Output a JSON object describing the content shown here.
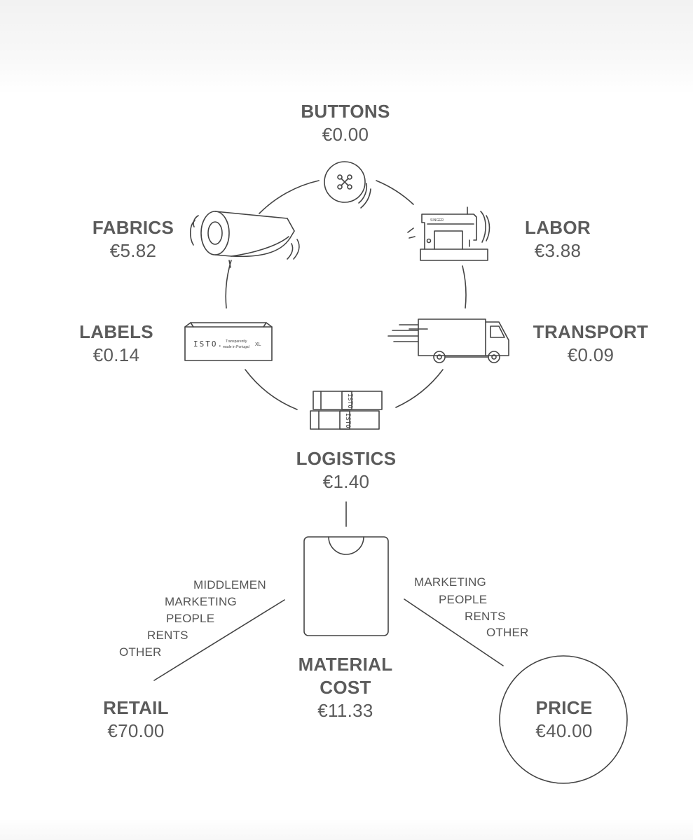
{
  "cost_items": {
    "buttons": {
      "name": "BUTTONS",
      "value": "€0.00"
    },
    "fabrics": {
      "name": "FABRICS",
      "value": "€5.82"
    },
    "labor": {
      "name": "LABOR",
      "value": "€3.88"
    },
    "labels": {
      "name": "LABELS",
      "value": "€0.14"
    },
    "transport": {
      "name": "TRANSPORT",
      "value": "€0.09"
    },
    "logistics": {
      "name": "LOGISTICS",
      "value": "€1.40"
    }
  },
  "material_cost": {
    "line1": "MATERIAL",
    "line2": "COST",
    "value": "€11.33"
  },
  "retail": {
    "name": "RETAIL",
    "value": "€70.00"
  },
  "price": {
    "name": "PRICE",
    "value": "€40.00"
  },
  "retail_overheads": [
    "MIDDLEMEN",
    "MARKETING",
    "PEOPLE",
    "RENTS",
    "OTHER"
  ],
  "price_overheads": [
    "MARKETING",
    "PEOPLE",
    "RENTS",
    "OTHER"
  ],
  "icon_text": {
    "label_brand": "ISTO.",
    "label_line1": "Transparently",
    "label_line2": "made in Portugal",
    "label_size": "XL",
    "box_brand": "ISTO",
    "machine_brand": "SINGER"
  }
}
